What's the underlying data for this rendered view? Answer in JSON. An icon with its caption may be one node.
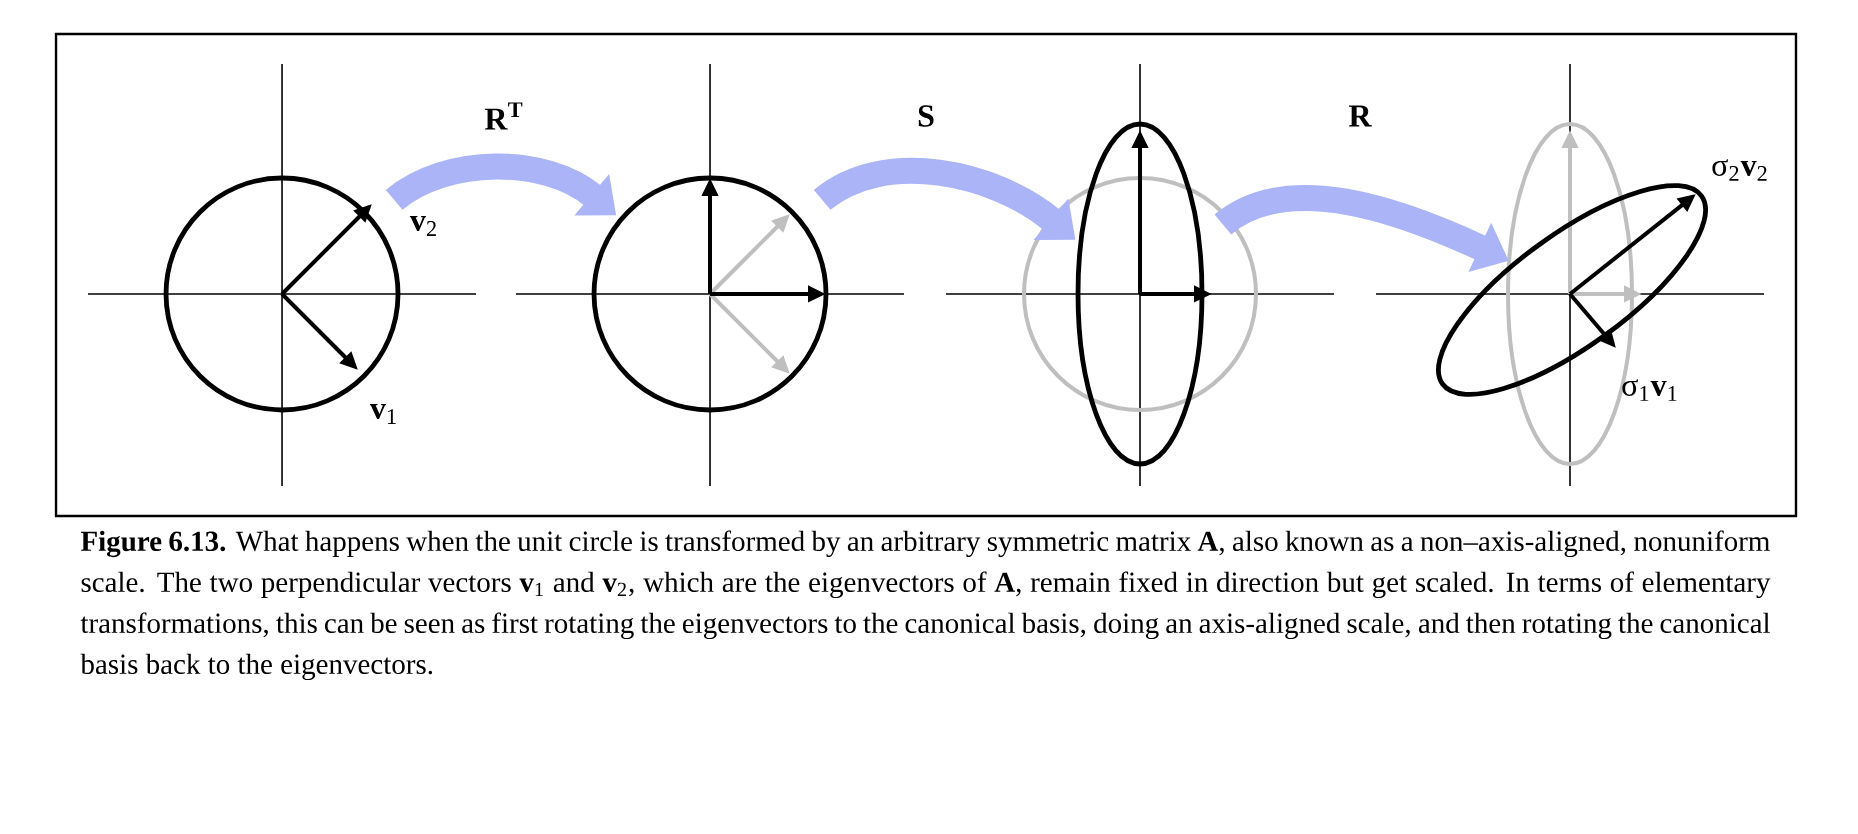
{
  "diagram": {
    "caption": "**Figure 6.13.** What happens when the unit circle is transformed by an arbitrary symmetric matrix **A**, also known as a non–axis-aligned, nonuniform scale. The two perpendicular vectors **v**$_{1}$ and **v**$_{2}$, which are the eigenvectors of **A**, remain fixed in direction but get scaled. In terms of elementary transformations, this can be seen as first rotating the eigenvectors to the canonical basis, doing an axis-aligned scale, and then rotating the canonical basis back to the eigenvectors.",
    "nodes": [
      {
        "text": [],
        "shape": "circle"
      },
      {
        "text": [],
        "shape": "circle"
      },
      {
        "text": [],
        "shape": "ellipse"
      },
      {
        "text": [],
        "shape": "ellipse"
      }
    ],
    "edges": [
      {
        "from": 0,
        "to": 1,
        "arrow": "to",
        "label": "**R**$^{T}$"
      },
      {
        "from": 1,
        "to": 2,
        "arrow": "to",
        "label": "S"
      },
      {
        "from": 2,
        "to": 3,
        "arrow": "to",
        "label": "R"
      }
    ],
    "labels": [
      "**v**$_{2}$",
      "**v**$_{1}$",
      "σ$_{2}$**v**$_{2}$",
      "σ$_{1}$**v**$_{1}$"
    ]
  }
}
